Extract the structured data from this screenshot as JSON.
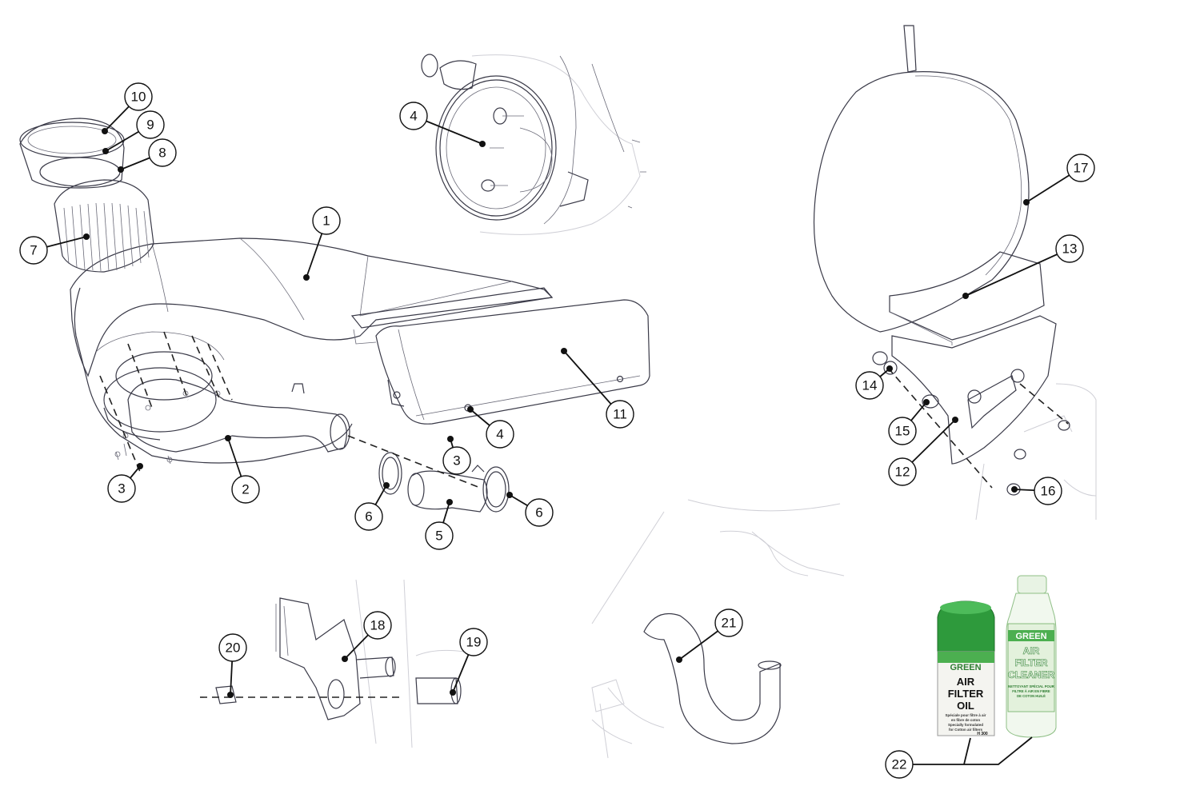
{
  "callouts": [
    {
      "id": "c1",
      "label": "1"
    },
    {
      "id": "c2",
      "label": "2"
    },
    {
      "id": "c3a",
      "label": "3"
    },
    {
      "id": "c3b",
      "label": "3"
    },
    {
      "id": "c4a",
      "label": "4"
    },
    {
      "id": "c4b",
      "label": "4"
    },
    {
      "id": "c5",
      "label": "5"
    },
    {
      "id": "c6a",
      "label": "6"
    },
    {
      "id": "c6b",
      "label": "6"
    },
    {
      "id": "c7",
      "label": "7"
    },
    {
      "id": "c8",
      "label": "8"
    },
    {
      "id": "c9",
      "label": "9"
    },
    {
      "id": "c10",
      "label": "10"
    },
    {
      "id": "c11",
      "label": "11"
    },
    {
      "id": "c12",
      "label": "12"
    },
    {
      "id": "c13",
      "label": "13"
    },
    {
      "id": "c14",
      "label": "14"
    },
    {
      "id": "c15",
      "label": "15"
    },
    {
      "id": "c16",
      "label": "16"
    },
    {
      "id": "c17",
      "label": "17"
    },
    {
      "id": "c18",
      "label": "18"
    },
    {
      "id": "c19",
      "label": "19"
    },
    {
      "id": "c20",
      "label": "20"
    },
    {
      "id": "c21",
      "label": "21"
    },
    {
      "id": "c22",
      "label": "22"
    }
  ],
  "products": {
    "oil": {
      "brand": "GREEN",
      "line1": "AIR",
      "line2": "FILTER",
      "line3": "OIL",
      "fine1": "Spéciale pour filtre à air",
      "fine2": "en fibre de coton",
      "fine3": "Specially formulated",
      "fine4": "for Cotton air filters",
      "code": "H 300"
    },
    "cleaner": {
      "brand": "GREEN",
      "line1": "AIR",
      "line2": "FILTER",
      "line3": "CLEANER",
      "fine1": "NETTOYANT SPÉCIAL POUR",
      "fine2": "FILTRE À AIR EN FIBRE",
      "fine3": "DE COTON HUILÉ"
    }
  },
  "colors": {
    "oil_cap": "#2e9a3c",
    "label_green": "#4caf50",
    "cleaner_cap": "#e8f3e4",
    "line": "#3a3a48"
  }
}
